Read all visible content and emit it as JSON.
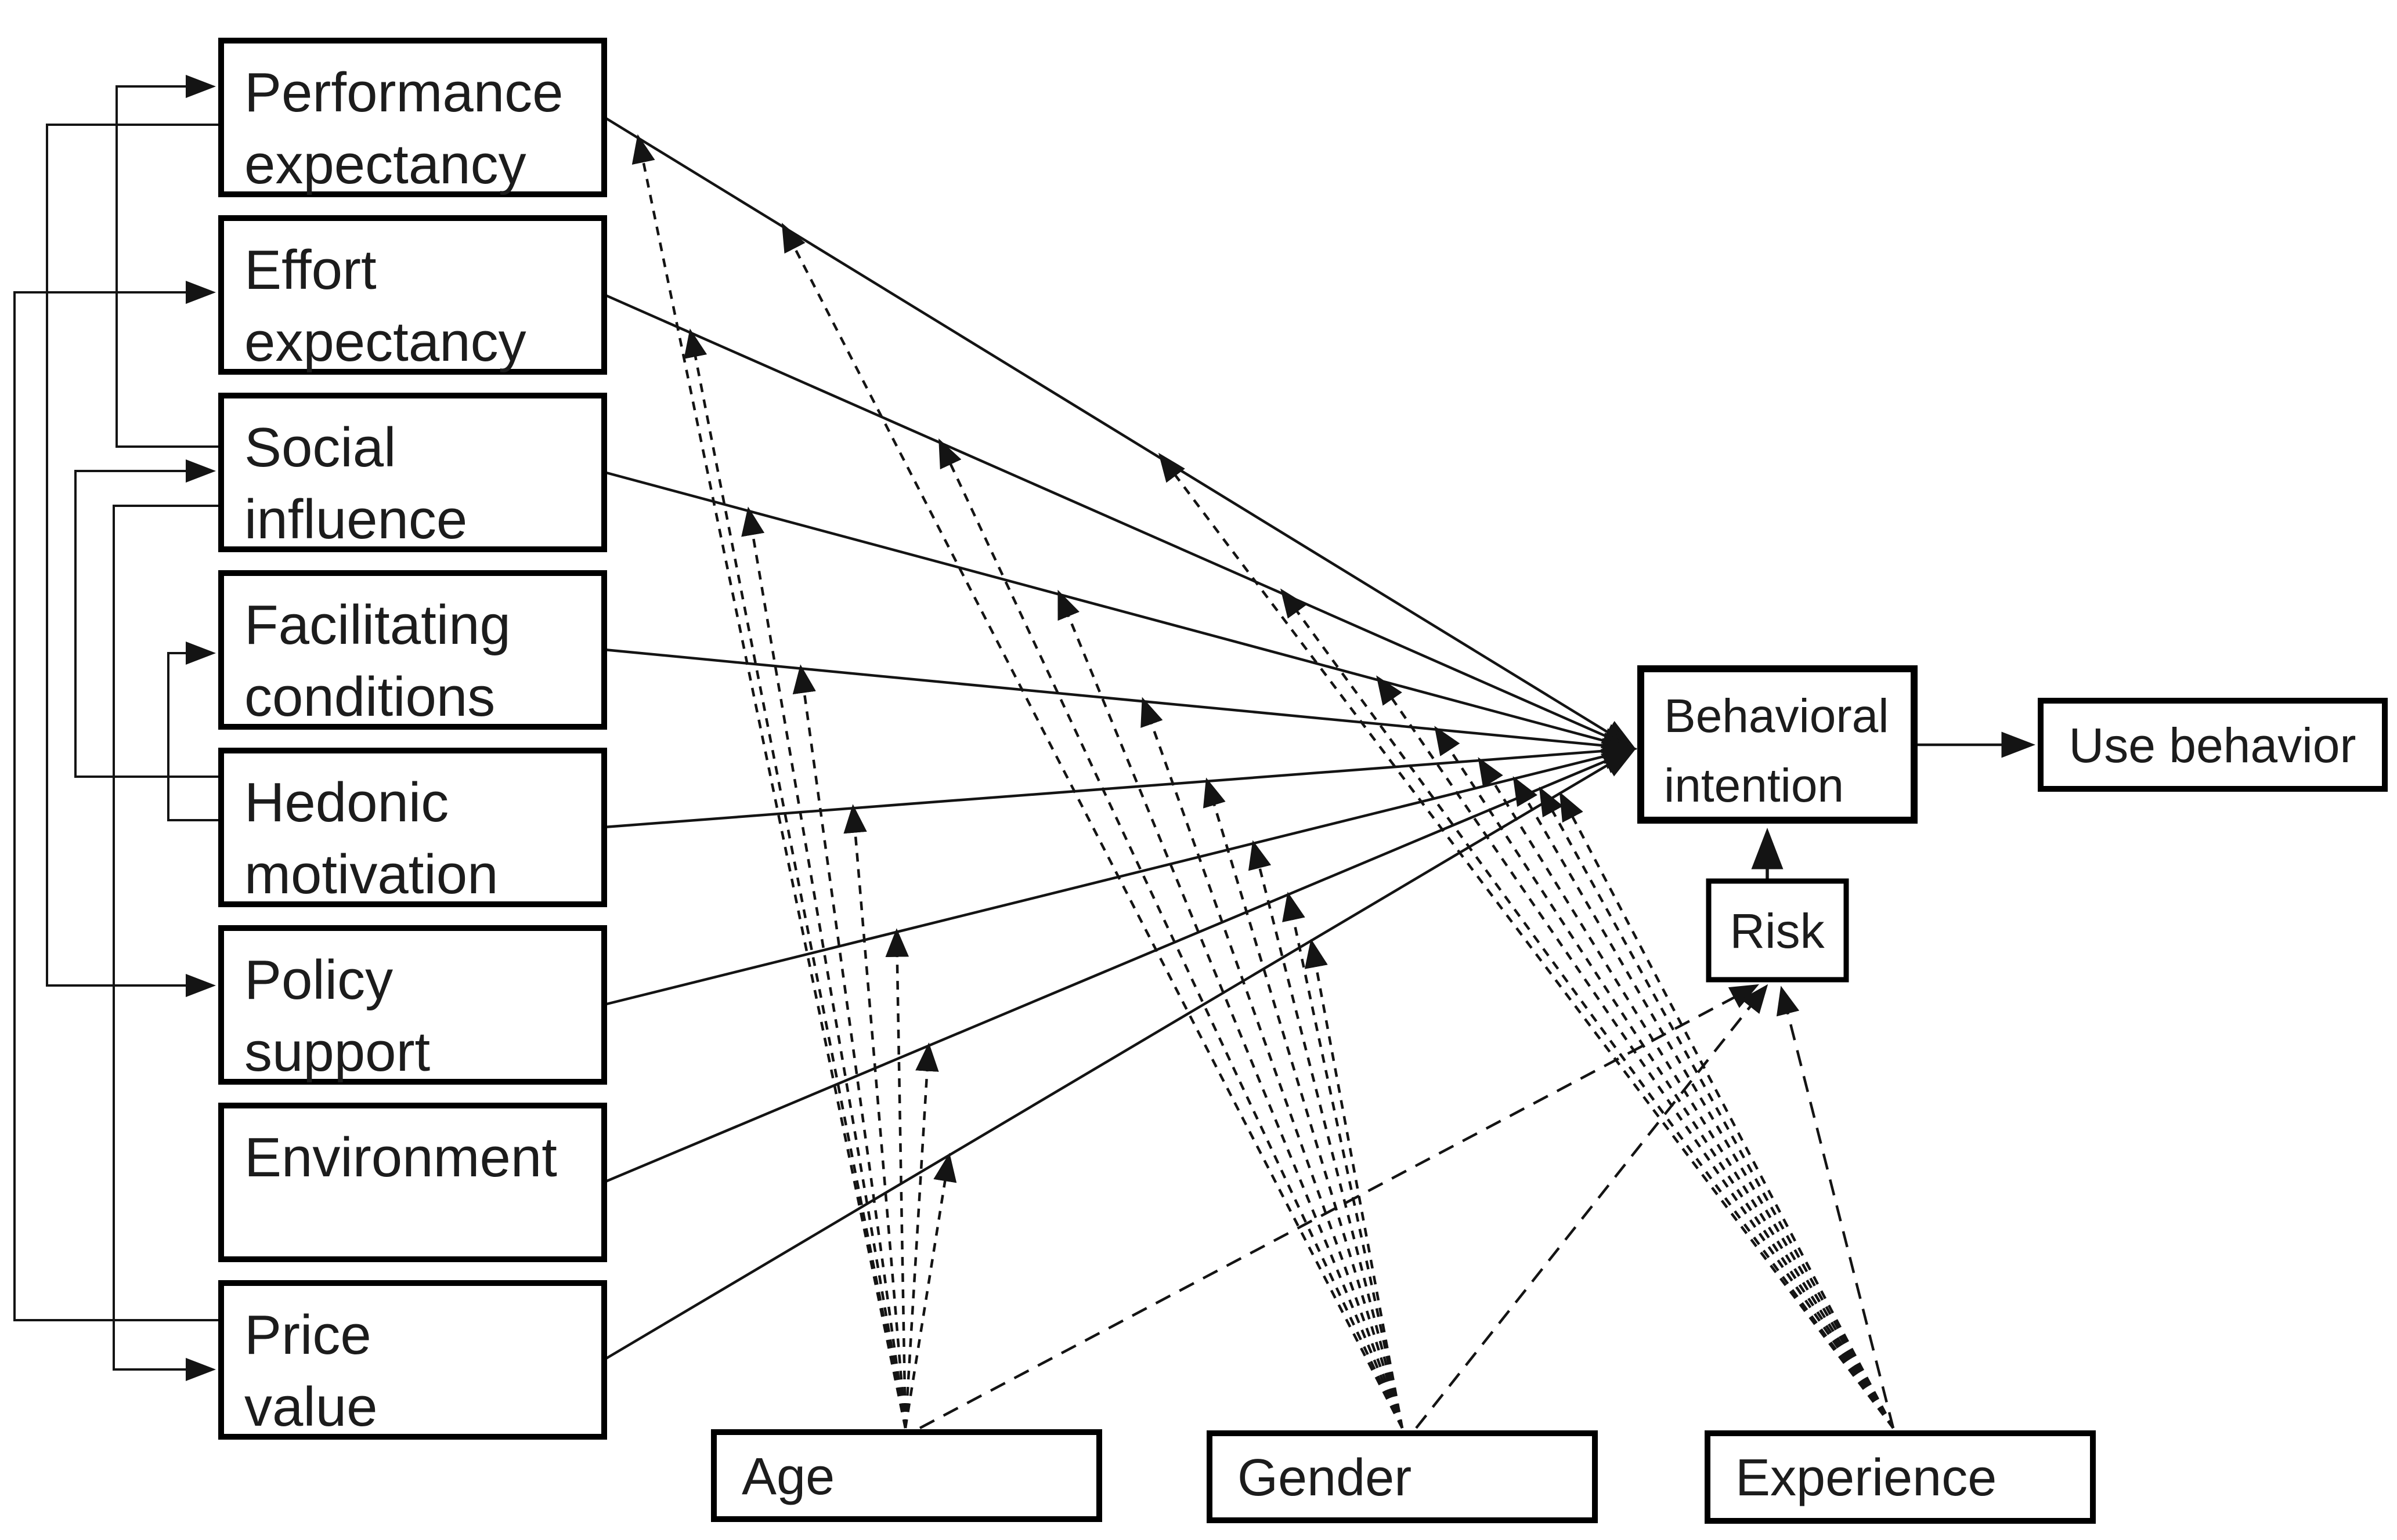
{
  "diagram": {
    "type": "research-model-path-diagram",
    "colors": {
      "background": "#ffffff",
      "box_border": "#000000",
      "line": "#141414",
      "text": "#1c1c1c"
    },
    "boxes": {
      "performance_expectancy": {
        "line1": "Performance",
        "line2": "expectancy"
      },
      "effort_expectancy": {
        "line1": "Effort",
        "line2": "expectancy"
      },
      "social_influence": {
        "line1": "Social",
        "line2": "influence"
      },
      "facilitating_conditions": {
        "line1": "Facilitating",
        "line2": "conditions"
      },
      "hedonic_motivation": {
        "line1": "Hedonic",
        "line2": "motivation"
      },
      "policy_support": {
        "line1": "Policy",
        "line2": "support"
      },
      "environment": {
        "line1": "Environment",
        "line2": ""
      },
      "price_value": {
        "line1": "Price",
        "line2": "value"
      },
      "behavioral_intention": {
        "line1": "Behavioral",
        "line2": "intention"
      },
      "use_behavior": {
        "label": "Use behavior"
      },
      "risk": {
        "label": "Risk"
      },
      "age": {
        "label": "Age"
      },
      "gender": {
        "label": "Gender"
      },
      "experience": {
        "label": "Experience"
      }
    },
    "edges": {
      "solid_direct_effects": [
        {
          "from": "Performance expectancy",
          "to": "Behavioral intention"
        },
        {
          "from": "Effort expectancy",
          "to": "Behavioral intention"
        },
        {
          "from": "Social influence",
          "to": "Behavioral intention"
        },
        {
          "from": "Facilitating conditions",
          "to": "Behavioral intention"
        },
        {
          "from": "Hedonic motivation",
          "to": "Behavioral intention"
        },
        {
          "from": "Policy support",
          "to": "Behavioral intention"
        },
        {
          "from": "Environment",
          "to": "Behavioral intention"
        },
        {
          "from": "Price value",
          "to": "Behavioral intention"
        },
        {
          "from": "Risk",
          "to": "Behavioral intention"
        },
        {
          "from": "Behavioral intention",
          "to": "Use behavior"
        }
      ],
      "solid_routed_effects": [
        {
          "from": "Social influence",
          "to": "Performance expectancy"
        },
        {
          "from": "Performance expectancy",
          "to": "Policy support"
        },
        {
          "from": "Price value",
          "to": "Effort expectancy"
        },
        {
          "from": "Hedonic motivation",
          "to": "Social influence"
        },
        {
          "from": "Social influence",
          "to": "Price value"
        },
        {
          "from": "Hedonic motivation",
          "to": "Facilitating conditions"
        }
      ],
      "dashed_moderation_arrows": [
        {
          "from": "Age",
          "points_at": "each of the 8 solid paths into Behavioral intention"
        },
        {
          "from": "Age",
          "points_at": "Risk"
        },
        {
          "from": "Gender",
          "points_at": "each of the 8 solid paths into Behavioral intention"
        },
        {
          "from": "Gender",
          "points_at": "Risk"
        },
        {
          "from": "Experience",
          "points_at": "each of the 8 solid paths into Behavioral intention"
        },
        {
          "from": "Experience",
          "points_at": "Risk"
        }
      ]
    }
  }
}
